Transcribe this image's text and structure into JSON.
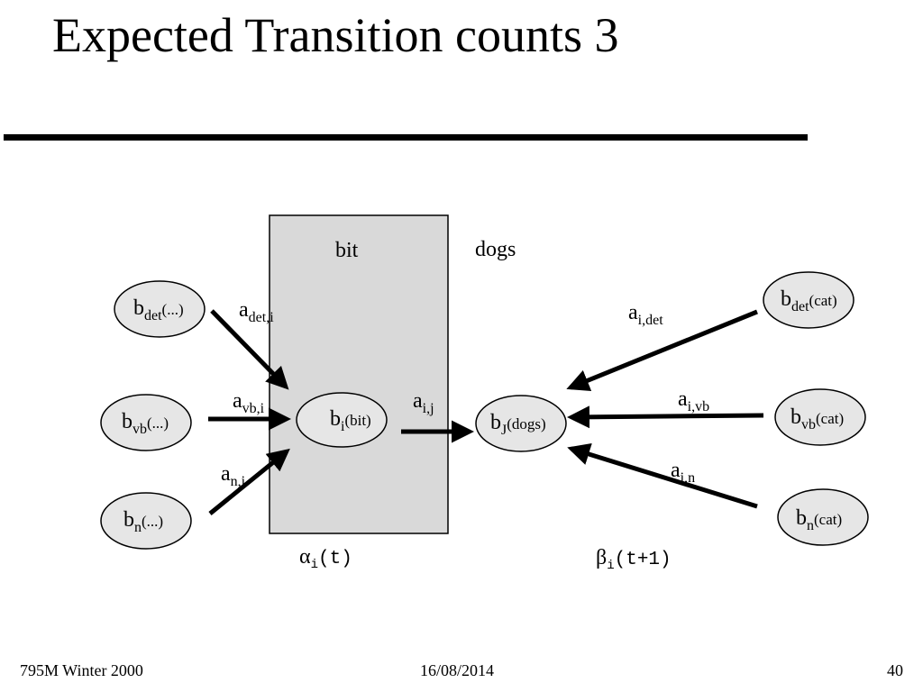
{
  "slide": {
    "title": "Expected Transition counts 3"
  },
  "diagram": {
    "word_t": "bit",
    "word_t1": "dogs",
    "left_nodes": [
      {
        "main": "b",
        "sub": "det",
        "paren": "(...)"
      },
      {
        "main": "b",
        "sub": "vb",
        "paren": "(...)"
      },
      {
        "main": "b",
        "sub": "n",
        "paren": "(...)"
      }
    ],
    "center_node": {
      "main": "b",
      "sub": "i",
      "paren": "(bit)"
    },
    "target_node": {
      "main": "b",
      "sub": "J",
      "paren": "(dogs)"
    },
    "right_nodes": [
      {
        "main": "b",
        "sub": "det",
        "paren": "(cat)"
      },
      {
        "main": "b",
        "sub": "vb",
        "paren": "(cat)"
      },
      {
        "main": "b",
        "sub": "n",
        "paren": "(cat)"
      }
    ],
    "edge_labels": {
      "det_in": {
        "main": "a",
        "sub": "det,i"
      },
      "vb_in": {
        "main": "a",
        "sub": "vb,i"
      },
      "n_in": {
        "main": "a",
        "sub": "n,i"
      },
      "ij": {
        "main": "a",
        "sub": "i,j"
      },
      "det_out": {
        "main": "a",
        "sub": "i,det"
      },
      "vb_out": {
        "main": "a",
        "sub": "i,vb"
      },
      "n_out": {
        "main": "a",
        "sub": "i,n"
      }
    },
    "alpha": {
      "symbol": "α",
      "sub": "i",
      "arg": "(t)"
    },
    "beta": {
      "symbol": "β",
      "sub": "i",
      "arg": "(t+1)"
    },
    "colors": {
      "box_fill": "#d9d9d9",
      "node_fill": "#e6e6e6",
      "stroke": "#000000"
    }
  },
  "footer": {
    "left": "795M Winter 2000",
    "center": "16/08/2014",
    "right": "40"
  }
}
